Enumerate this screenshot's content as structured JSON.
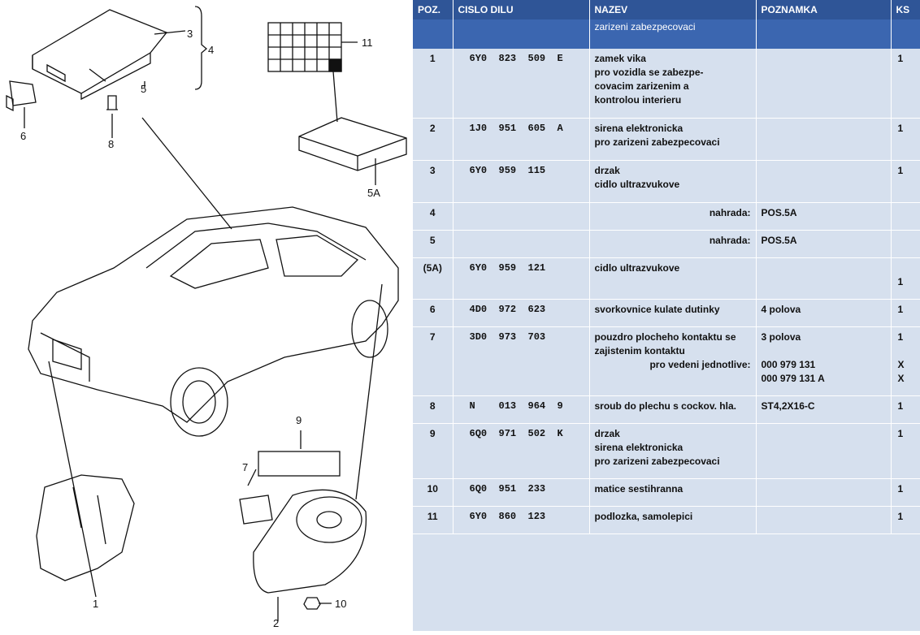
{
  "diagram": {
    "callouts": [
      "3",
      "4",
      "5",
      "6",
      "8",
      "11",
      "5A",
      "9",
      "7",
      "1",
      "10",
      "2"
    ]
  },
  "table": {
    "headers": [
      "POZ.",
      "CISLO DILU",
      "NAZEV",
      "POZNAMKA",
      "KS"
    ],
    "group_title": "zarizeni zabezpecovaci",
    "rows": [
      {
        "pos": "1",
        "part": "6Y0  823  509  E",
        "name": [
          "zamek vika",
          "pro vozidla se zabezpe-",
          "covacim zarizenim a",
          "kontrolou interieru"
        ],
        "note": [
          ""
        ],
        "qty": [
          "1"
        ]
      },
      {
        "pos": "2",
        "part": "1J0  951  605  A",
        "name": [
          "sirena elektronicka",
          "pro zarizeni zabezpecovaci"
        ],
        "note": [
          ""
        ],
        "qty": [
          "1"
        ]
      },
      {
        "pos": "3",
        "part": "6Y0  959  115",
        "name": [
          "drzak",
          "cidlo ultrazvukove"
        ],
        "note": [
          ""
        ],
        "qty": [
          "1"
        ]
      },
      {
        "pos": "4",
        "part": "",
        "name_right": "nahrada:",
        "note": [
          "POS.5A"
        ],
        "qty": [
          ""
        ]
      },
      {
        "pos": "5",
        "part": "",
        "name_right": "nahrada:",
        "note": [
          "POS.5A"
        ],
        "qty": [
          ""
        ]
      },
      {
        "pos": "(5A)",
        "part": "6Y0  959  121",
        "name": [
          "cidlo ultrazvukove"
        ],
        "note": [
          ""
        ],
        "qty": [
          "",
          "1"
        ]
      },
      {
        "pos": "6",
        "part": "4D0  972  623",
        "name": [
          "svorkovnice kulate dutinky"
        ],
        "note": [
          "4 polova"
        ],
        "qty": [
          "1"
        ]
      },
      {
        "pos": "7",
        "part": "3D0  973  703",
        "name": [
          "pouzdro plocheho kontaktu se",
          "zajistenim kontaktu"
        ],
        "name_right2": "pro vedeni jednotlive:",
        "note": [
          "3 polova",
          "",
          "000 979 131",
          "000 979 131 A"
        ],
        "qty": [
          "1",
          "",
          "X",
          "X"
        ]
      },
      {
        "pos": "8",
        "part": "N    013  964  9",
        "name": [
          "sroub do plechu s cockov. hla."
        ],
        "note": [
          "ST4,2X16-C"
        ],
        "qty": [
          "1"
        ]
      },
      {
        "pos": "9",
        "part": "6Q0  971  502  K",
        "name": [
          "drzak",
          "sirena elektronicka",
          "pro zarizeni zabezpecovaci"
        ],
        "note": [
          ""
        ],
        "qty": [
          "1"
        ]
      },
      {
        "pos": "10",
        "part": "6Q0  951  233",
        "name": [
          "matice sestihranna"
        ],
        "note": [
          ""
        ],
        "qty": [
          "1"
        ]
      },
      {
        "pos": "11",
        "part": "6Y0  860  123",
        "name": [
          "podlozka, samolepici"
        ],
        "note": [
          ""
        ],
        "qty": [
          "1"
        ]
      }
    ]
  }
}
